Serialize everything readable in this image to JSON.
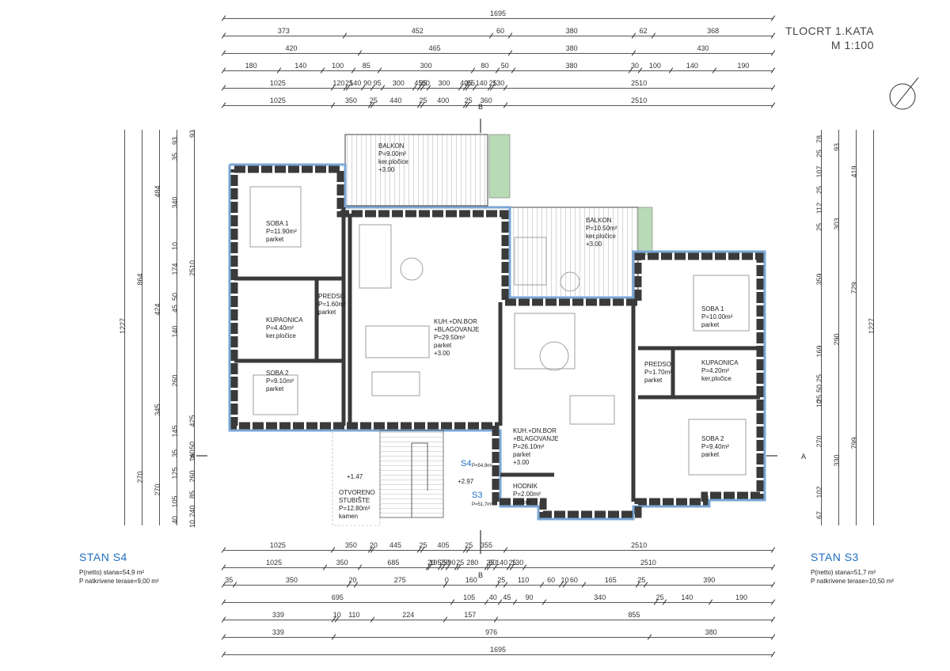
{
  "title": {
    "line1": "TLOCRT 1.KATA",
    "line2": "M 1:100"
  },
  "top_dims": [
    [
      "1695"
    ],
    [
      "373",
      "452",
      "60",
      "380",
      "62",
      "368"
    ],
    [
      "420",
      "465",
      "380",
      "430"
    ],
    [
      "180",
      "140",
      "100",
      "85",
      "300",
      "80",
      "50",
      "380",
      "30",
      "100",
      "140",
      "190"
    ],
    [
      "1025",
      "120",
      "25",
      "140",
      "90",
      "95",
      "300",
      "45",
      "25",
      "60",
      "300",
      "40",
      "25",
      "65",
      "140",
      "25",
      "130",
      "2510"
    ],
    [
      "1025",
      "350",
      "25",
      "440",
      "25",
      "400",
      "25",
      "360",
      "2510"
    ]
  ],
  "bottom_dims": [
    [
      "1025",
      "350",
      "20",
      "445",
      "25",
      "405",
      "25",
      "355",
      "2510"
    ],
    [
      "1025",
      "350",
      "685",
      "20",
      "105",
      "25",
      "50",
      "90",
      "25",
      "280",
      "25",
      "60",
      "140",
      "25",
      "130",
      "2510"
    ],
    [
      "35",
      "350",
      "20",
      "275",
      "0",
      "160",
      "25",
      "110",
      "60",
      "10",
      "60",
      "165",
      "25",
      "390"
    ],
    [
      "695",
      "105",
      "40",
      "45",
      "90",
      "340",
      "25",
      "140",
      "190"
    ],
    [
      "339",
      "10",
      "110",
      "224",
      "157",
      "855"
    ],
    [
      "339",
      "976",
      "380"
    ],
    [
      "1695"
    ]
  ],
  "left_dims": [
    [
      "1227"
    ],
    [
      "864",
      "270"
    ],
    [
      "484",
      "424",
      "345",
      "270"
    ],
    [
      "93",
      "35",
      "340",
      "10",
      "174",
      "50",
      "45",
      "140",
      "260",
      "145",
      "35",
      "125",
      "105",
      "40"
    ],
    [
      "93",
      "2510",
      "425",
      "50",
      "140",
      "260",
      "85",
      "240",
      "10"
    ]
  ],
  "right_dims": [
    [
      "1227"
    ],
    [
      "419",
      "729",
      "799"
    ],
    [
      "93",
      "303",
      "290",
      "330"
    ],
    [
      "78",
      "25",
      "107",
      "25",
      "112",
      "25",
      "359",
      "169",
      "25",
      "50",
      "25",
      "10",
      "270",
      "102",
      "67"
    ]
  ],
  "rooms": {
    "s4_soba1": [
      "SOBA 1",
      "P=11.90m²",
      "parket"
    ],
    "s4_predso": [
      "PREDSO",
      "P=1.60m²",
      "parket"
    ],
    "s4_kupaonica": [
      "KUPAONICA",
      "P=4.40m²",
      "ker.pločice"
    ],
    "s4_soba2": [
      "SOBA 2",
      "P=9.10m²",
      "parket"
    ],
    "s4_kuh": [
      "KUH.+DN.BOR",
      "+BLAGOVANJE",
      "P=29.50m²",
      "parket"
    ],
    "s4_balkon": [
      "BALKON",
      "P=9.00m²",
      "ker.pločice"
    ],
    "s3_balkon": [
      "BALKON",
      "P=10.50m²",
      "ker.pločice"
    ],
    "s3_soba1": [
      "SOBA 1",
      "P=10.00m²",
      "parket"
    ],
    "s3_predso": [
      "PREDSO",
      "P=1.70m²",
      "parket"
    ],
    "s3_kupaonica": [
      "KUPAONICA",
      "P=4.20m²",
      "ker.pločice"
    ],
    "s3_soba2": [
      "SOBA 2",
      "P=9.40m²",
      "parket"
    ],
    "s3_kuh": [
      "KUH.+DN.BOR",
      "+BLAGOVANJE",
      "P=26.10m²",
      "parket"
    ],
    "s3_hodnik": [
      "HODNIK",
      "P=2.00m²",
      "parket"
    ],
    "stubiste": [
      "OTVORENO",
      "STUBIŠTE",
      "P=12.80m²",
      "kamen"
    ]
  },
  "levels": {
    "l300": "+3.00",
    "l297": "+2.97",
    "l147": "+1.47"
  },
  "stan_s4": {
    "name": "STAN S4",
    "l1": "P(netto) stana=54,9 m²",
    "l2": "P natkrivene terase=9,00 m²"
  },
  "stan_s3": {
    "name": "STAN S3",
    "l1": "P(netto) stana=51,7 m²",
    "l2": "P natkrivene terase=10,50 m²"
  },
  "tags": {
    "s4": "S4",
    "s4area": "P=54,9m²",
    "s3": "S3",
    "s3area": "P=51,7m²"
  },
  "section_marks": {
    "a": "A",
    "b": "B"
  },
  "colors": {
    "wall": "#3a3a3a",
    "insulation": "#7aa7d6",
    "accent": "#1f6fc1",
    "green": "#b9dbb5"
  }
}
